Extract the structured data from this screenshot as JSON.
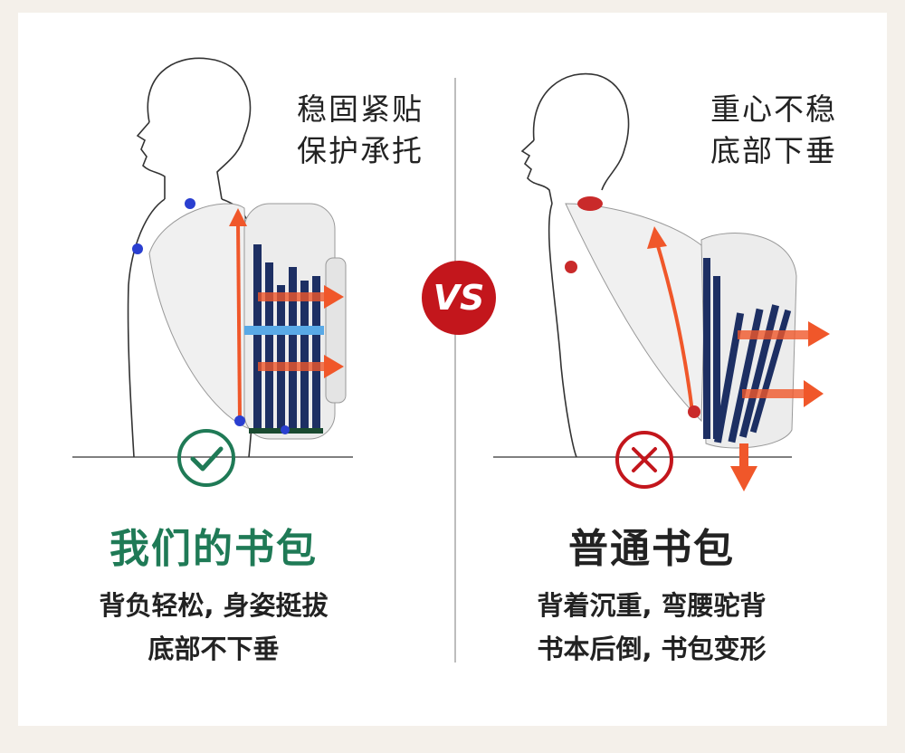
{
  "left": {
    "caption": [
      "稳固紧贴",
      "保护承托"
    ],
    "title": "我们的书包",
    "subtitle": [
      "背负轻松, 身姿挺拔",
      "底部不下垂"
    ],
    "status_icon": "check-circle-icon",
    "accent": "#1f7a56"
  },
  "right": {
    "caption": [
      "重心不稳",
      "底部下垂"
    ],
    "title": "普通书包",
    "subtitle": [
      "背着沉重, 弯腰驼背",
      "书本后倒, 书包变形"
    ],
    "status_icon": "x-circle-icon",
    "accent": "#c3161c"
  },
  "vs_label": "VS"
}
